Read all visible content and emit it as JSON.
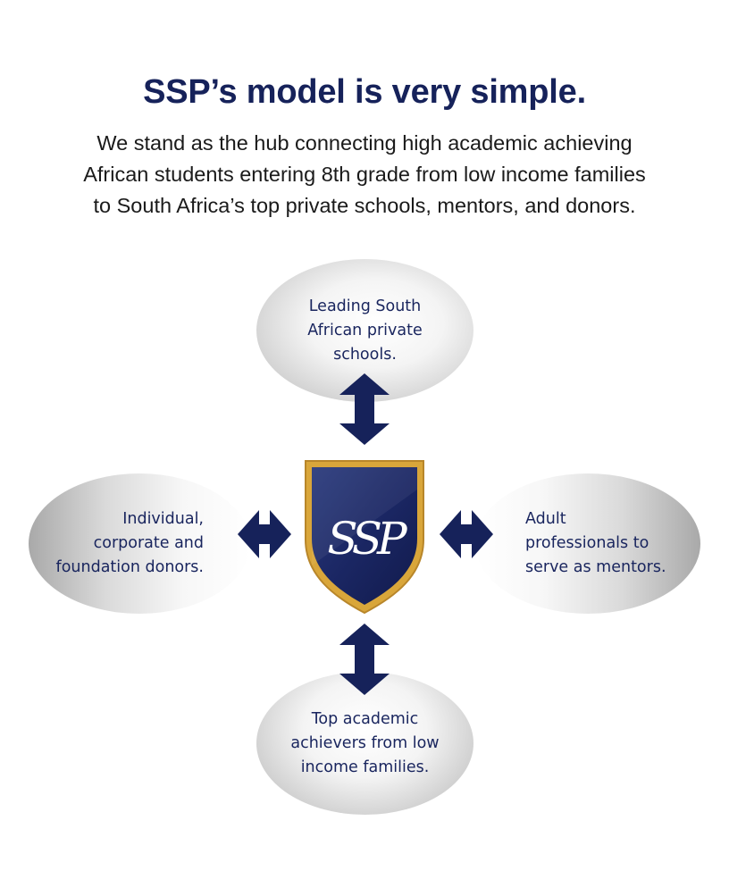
{
  "header": {
    "title": "SSP’s model is very simple.",
    "subtitle_lines": [
      "We stand as the hub connecting high academic achieving",
      "African students entering 8th grade from low income families",
      "to South Africa’s top private schools, mentors, and donors."
    ]
  },
  "diagram": {
    "center_logo_text": "SSP",
    "nodes": {
      "top": [
        "Leading South",
        "African private",
        "schools."
      ],
      "left": [
        "Individual,",
        "corporate and",
        "foundation donors."
      ],
      "right": [
        "Adult",
        "professionals to",
        "serve as mentors."
      ],
      "bottom": [
        "Top academic",
        "achievers from low",
        "income families."
      ]
    }
  },
  "colors": {
    "navy": "#16225a",
    "gold": "#d9a63a",
    "node_gray": "#b9b9b9"
  }
}
